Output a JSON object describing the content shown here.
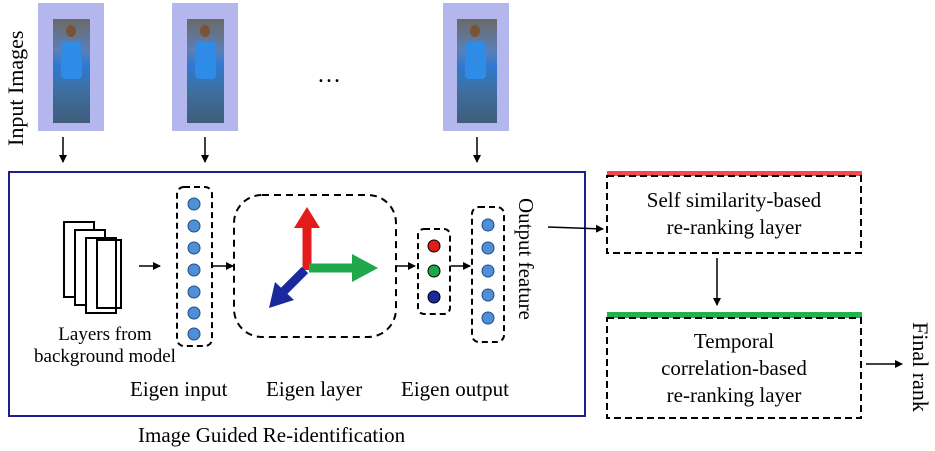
{
  "labels": {
    "input_images": "Input Images",
    "ellipsis": "…",
    "layers_line1": "Layers from",
    "layers_line2": "background model",
    "eigen_input": "Eigen input",
    "eigen_layer": "Eigen layer",
    "eigen_output": "Eigen output",
    "output_feature": "Output feature",
    "module_title": "Image Guided Re-identification",
    "self_sim_line1": "Self similarity-based",
    "self_sim_line2": "re-ranking layer",
    "temporal_line1": "Temporal",
    "temporal_line2": "correlation-based",
    "temporal_line3": "re-ranking layer",
    "final_rank": "Final rank"
  },
  "colors": {
    "frame_blue": "#1f1f8f",
    "thumb_bg": "#b3b7ee",
    "node_blue": "#4f8fd6",
    "arrow_red": "#e31b1b",
    "arrow_green": "#1fa84a",
    "arrow_blue": "#1a2a9c",
    "bar_red": "#f04a4a",
    "bar_green": "#22b14c"
  }
}
